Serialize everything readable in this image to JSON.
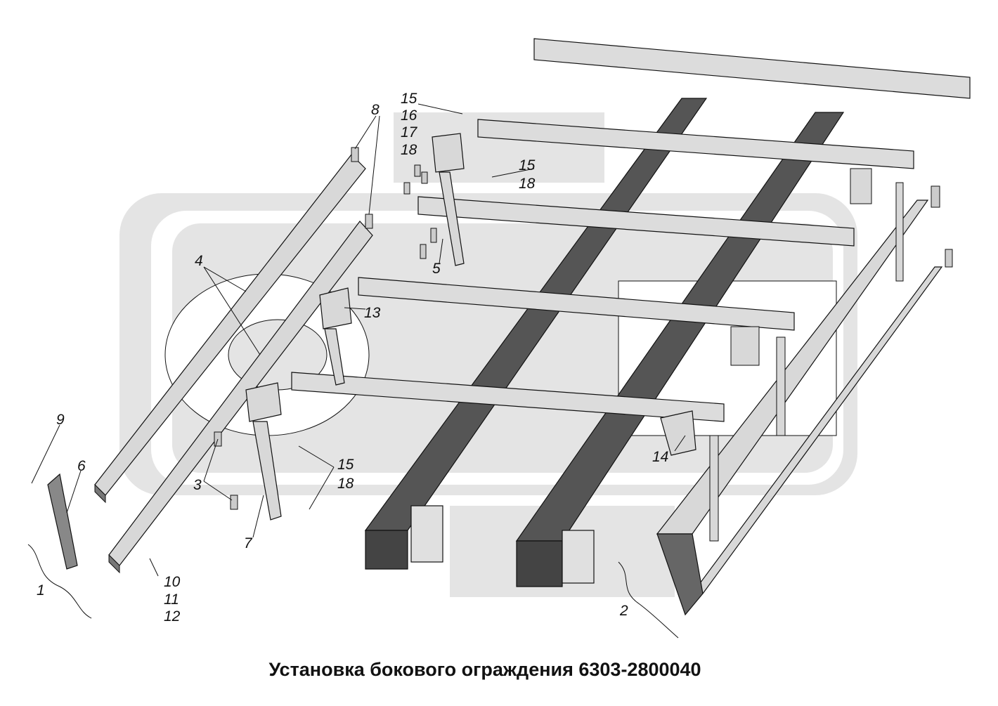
{
  "caption": "Установка бокового ограждения 6303-2800040",
  "callouts": {
    "c1": "1",
    "c2": "2",
    "c3": "3",
    "c4": "4",
    "c5": "5",
    "c6": "6",
    "c7": "7",
    "c8": "8",
    "c9": "9",
    "c10": "10",
    "c11": "11",
    "c12": "12",
    "c13": "13",
    "c14": "14",
    "c15a": "15",
    "c16": "16",
    "c17": "17",
    "c18a": "18",
    "c15b": "15",
    "c18b": "18",
    "c15c": "15",
    "c18c": "18"
  },
  "colors": {
    "part_fill": "#d8d8d8",
    "part_dark": "#4a4a4a",
    "outline": "#111111",
    "watermark": "#e2e2e2"
  }
}
